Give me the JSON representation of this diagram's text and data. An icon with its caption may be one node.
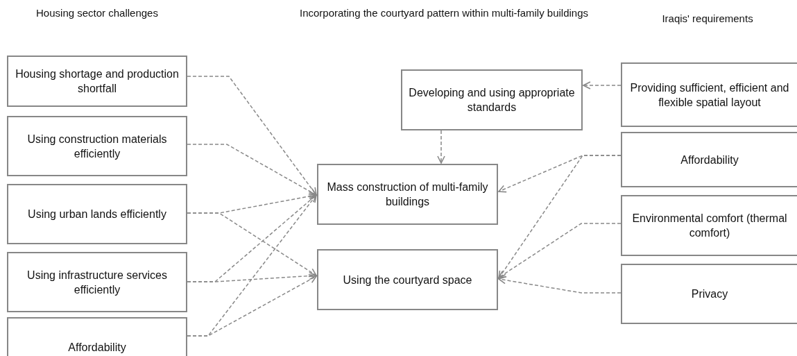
{
  "diagram": {
    "nodes": [
      {
        "text": [
          "Housing shortage and production shortfall"
        ]
      },
      {
        "text": [
          "Using construction materials efficiently"
        ]
      },
      {
        "text": [
          "Using urban lands efficiently"
        ]
      },
      {
        "text": [
          "Using infrastructure services efficiently"
        ]
      },
      {
        "text": [
          "Affordability"
        ]
      },
      {
        "text": [
          "Developing and using appropriate standards"
        ]
      },
      {
        "text": [
          "Mass construction of multi-family buildings"
        ]
      },
      {
        "text": [
          "Using the courtyard space"
        ]
      },
      {
        "text": [
          "Providing sufficient, efficient and flexible spatial layout"
        ]
      },
      {
        "text": [
          "Affordability"
        ]
      },
      {
        "text": [
          "Environmental comfort (thermal comfort)"
        ]
      },
      {
        "text": [
          "Privacy"
        ]
      }
    ],
    "edges": [
      {
        "from": 0,
        "to": 6,
        "arrow": "to",
        "style": "dashed"
      },
      {
        "from": 1,
        "to": 6,
        "arrow": "to",
        "style": "dashed"
      },
      {
        "from": 2,
        "to": 6,
        "arrow": "to",
        "style": "dashed"
      },
      {
        "from": 2,
        "to": 7,
        "arrow": "to",
        "style": "dashed"
      },
      {
        "from": 3,
        "to": 6,
        "arrow": "to",
        "style": "dashed"
      },
      {
        "from": 3,
        "to": 7,
        "arrow": "to",
        "style": "dashed"
      },
      {
        "from": 4,
        "to": 6,
        "arrow": "to",
        "style": "dashed"
      },
      {
        "from": 4,
        "to": 7,
        "arrow": "to",
        "style": "dashed"
      },
      {
        "from": 5,
        "to": 6,
        "arrow": "to",
        "style": "dashed"
      },
      {
        "from": 8,
        "to": 5,
        "arrow": "to",
        "style": "dashed"
      },
      {
        "from": 9,
        "to": 6,
        "arrow": "to",
        "style": "dashed"
      },
      {
        "from": 9,
        "to": 7,
        "arrow": "to",
        "style": "dashed"
      },
      {
        "from": 10,
        "to": 7,
        "arrow": "to",
        "style": "dashed"
      },
      {
        "from": 11,
        "to": 7,
        "arrow": "to",
        "style": "dashed"
      }
    ],
    "labels": [
      "Housing sector challenges",
      "Incorporating the courtyard pattern within multi-family buildings",
      "Iraqis' requirements"
    ]
  }
}
